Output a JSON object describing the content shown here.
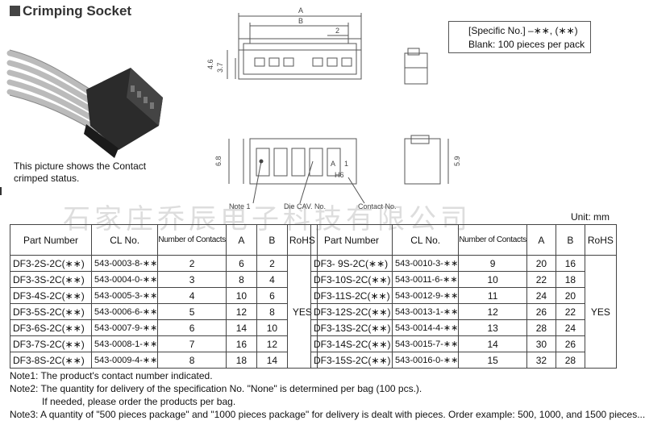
{
  "title": "Crimping Socket",
  "caption": [
    "This picture shows the Contact",
    "crimped status."
  ],
  "spec": {
    "line1": "[Specific No.] –∗∗, (∗∗)",
    "line2": "Blank: 100 pieces per pack"
  },
  "dims": {
    "A": "A",
    "B": "B",
    "two": "2",
    "d46": "4.6",
    "d37": "3.7",
    "d68": "6.8",
    "d59": "5.9",
    "A_mark": "A",
    "one": "1",
    "h6": "H6"
  },
  "labels": {
    "note1": "Note 1",
    "die_cav": "Die CAV. No.",
    "contact": "Contact No."
  },
  "watermark": "石家庄乔辰电子科技有限公司",
  "unit": "Unit: mm",
  "headers": {
    "part": "Part Number",
    "cl": "CL No.",
    "contacts": "Number of Contacts",
    "a": "A",
    "b": "B",
    "rohs": "RoHS"
  },
  "rohs_value": "YES",
  "left_rows": [
    {
      "pn": "DF3-2S-2C(∗∗)",
      "cl": "543-0003-8-∗∗",
      "n": "2",
      "a": "6",
      "b": "2"
    },
    {
      "pn": "DF3-3S-2C(∗∗)",
      "cl": "543-0004-0-∗∗",
      "n": "3",
      "a": "8",
      "b": "4"
    },
    {
      "pn": "DF3-4S-2C(∗∗)",
      "cl": "543-0005-3-∗∗",
      "n": "4",
      "a": "10",
      "b": "6"
    },
    {
      "pn": "DF3-5S-2C(∗∗)",
      "cl": "543-0006-6-∗∗",
      "n": "5",
      "a": "12",
      "b": "8"
    },
    {
      "pn": "DF3-6S-2C(∗∗)",
      "cl": "543-0007-9-∗∗",
      "n": "6",
      "a": "14",
      "b": "10"
    },
    {
      "pn": "DF3-7S-2C(∗∗)",
      "cl": "543-0008-1-∗∗",
      "n": "7",
      "a": "16",
      "b": "12"
    },
    {
      "pn": "DF3-8S-2C(∗∗)",
      "cl": "543-0009-4-∗∗",
      "n": "8",
      "a": "18",
      "b": "14"
    }
  ],
  "right_rows": [
    {
      "pn": "DF3-  9S-2C(∗∗)",
      "cl": "543-0010-3-∗∗",
      "n": "9",
      "a": "20",
      "b": "16"
    },
    {
      "pn": "DF3-10S-2C(∗∗)",
      "cl": "543-0011-6-∗∗",
      "n": "10",
      "a": "22",
      "b": "18"
    },
    {
      "pn": "DF3-11S-2C(∗∗)",
      "cl": "543-0012-9-∗∗",
      "n": "11",
      "a": "24",
      "b": "20"
    },
    {
      "pn": "DF3-12S-2C(∗∗)",
      "cl": "543-0013-1-∗∗",
      "n": "12",
      "a": "26",
      "b": "22"
    },
    {
      "pn": "DF3-13S-2C(∗∗)",
      "cl": "543-0014-4-∗∗",
      "n": "13",
      "a": "28",
      "b": "24"
    },
    {
      "pn": "DF3-14S-2C(∗∗)",
      "cl": "543-0015-7-∗∗",
      "n": "14",
      "a": "30",
      "b": "26"
    },
    {
      "pn": "DF3-15S-2C(∗∗)",
      "cl": "543-0016-0-∗∗",
      "n": "15",
      "a": "32",
      "b": "28"
    }
  ],
  "notes": {
    "n1": "Note1: The product's contact number indicated.",
    "n2": "Note2: The quantity for delivery of the specification No. \"None\" is determined per bag (100 pcs.).",
    "n2b": "If needed, please order the products per bag.",
    "n3": "Note3: A quantity of \"500 pieces package\" and \"1000 pieces package\" for delivery is dealt with pieces. Order example: 500, 1000, and 1500 pieces..."
  }
}
